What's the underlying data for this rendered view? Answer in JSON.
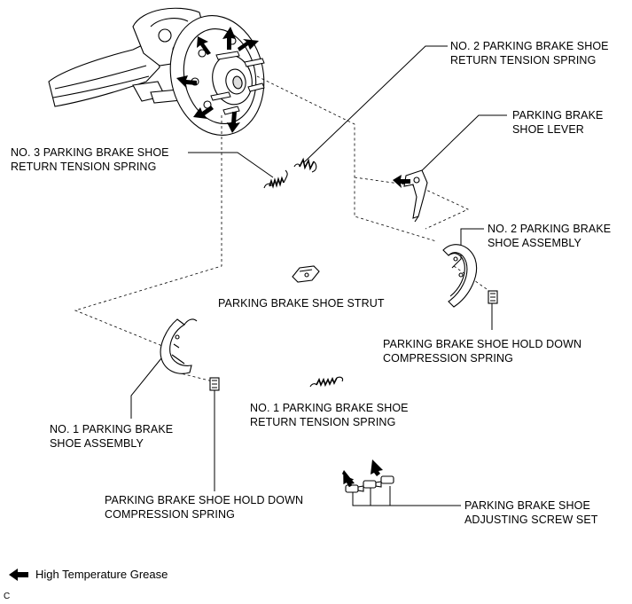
{
  "labels": {
    "no2_return_spring": [
      "NO. 2 PARKING BRAKE SHOE",
      "RETURN TENSION SPRING"
    ],
    "shoe_lever": [
      "PARKING BRAKE",
      "SHOE LEVER"
    ],
    "no3_return_spring": [
      "NO. 3 PARKING BRAKE SHOE",
      "RETURN TENSION SPRING"
    ],
    "no2_shoe_assembly": [
      "NO. 2 PARKING BRAKE",
      "SHOE ASSEMBLY"
    ],
    "shoe_strut": [
      "PARKING BRAKE SHOE STRUT"
    ],
    "hold_down_spring_right": [
      "PARKING BRAKE SHOE HOLD DOWN",
      "COMPRESSION SPRING"
    ],
    "no1_return_spring": [
      "NO. 1 PARKING BRAKE SHOE",
      "RETURN TENSION SPRING"
    ],
    "no1_shoe_assembly": [
      "NO. 1 PARKING BRAKE",
      "SHOE ASSEMBLY"
    ],
    "hold_down_spring_bottom": [
      "PARKING BRAKE SHOE HOLD DOWN",
      "COMPRESSION SPRING"
    ],
    "adjusting_screw_set": [
      "PARKING BRAKE SHOE",
      "ADJUSTING SCREW SET"
    ]
  },
  "legend": {
    "icon": "grease-arrow-icon",
    "text": "High Temperature Grease"
  },
  "figure_code": "C",
  "colors": {
    "line": "#000000",
    "background": "#ffffff"
  }
}
